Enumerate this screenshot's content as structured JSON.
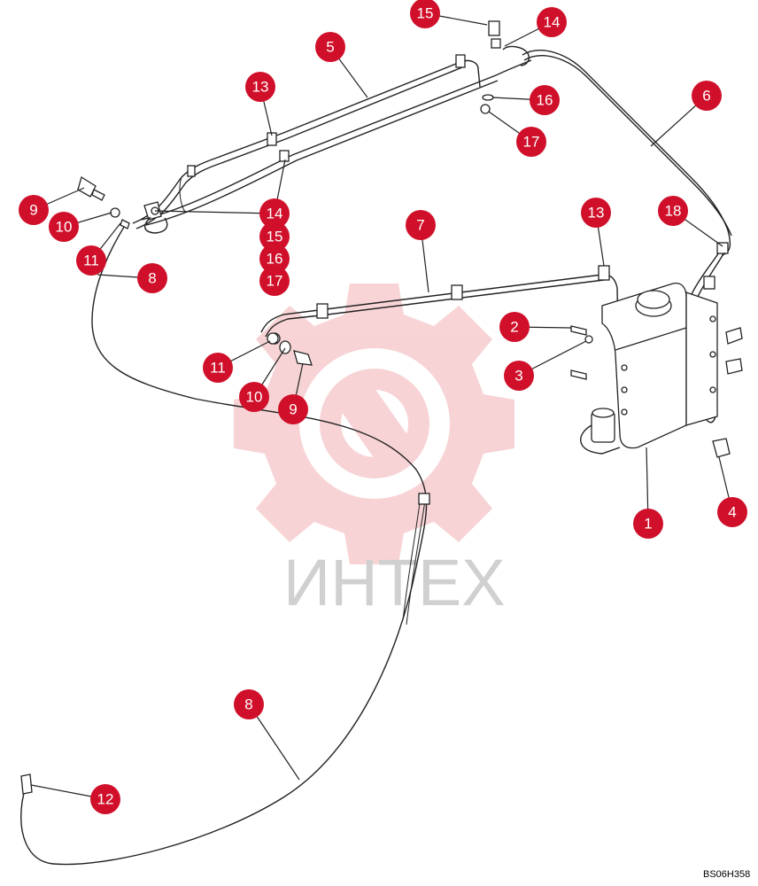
{
  "watermark": {
    "text": "ИНТЕХ"
  },
  "drawing_code": "BS06H358",
  "callouts": [
    {
      "label": "15"
    },
    {
      "label": "14"
    },
    {
      "label": "5"
    },
    {
      "label": "16"
    },
    {
      "label": "17"
    },
    {
      "label": "13"
    },
    {
      "label": "6"
    },
    {
      "label": "9"
    },
    {
      "label": "10"
    },
    {
      "label": "11"
    },
    {
      "label": "8"
    },
    {
      "label": "14"
    },
    {
      "label": "15"
    },
    {
      "label": "16"
    },
    {
      "label": "17"
    },
    {
      "label": "7"
    },
    {
      "label": "13"
    },
    {
      "label": "18"
    },
    {
      "label": "2"
    },
    {
      "label": "3"
    },
    {
      "label": "11"
    },
    {
      "label": "10"
    },
    {
      "label": "9"
    },
    {
      "label": "1"
    },
    {
      "label": "4"
    },
    {
      "label": "8"
    },
    {
      "label": "12"
    }
  ],
  "colors": {
    "callout": "#d0102a",
    "watermark_gear": "#f2c4c6",
    "watermark_text": "#d0d0d0",
    "line": "#222222"
  }
}
